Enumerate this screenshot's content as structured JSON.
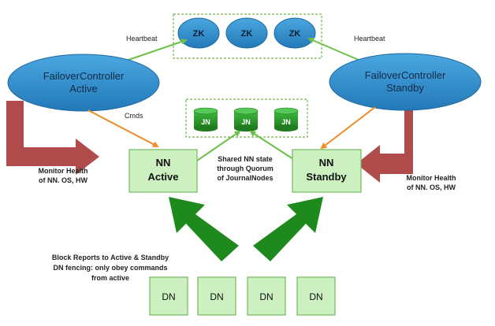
{
  "zookeeper": {
    "nodes": [
      "ZK",
      "ZK",
      "ZK"
    ]
  },
  "failover_controllers": {
    "active": {
      "line1": "FailoverController",
      "line2": "Active"
    },
    "standby": {
      "line1": "FailoverController",
      "line2": "Standby"
    }
  },
  "labels": {
    "heartbeat_left": "Heartbeat",
    "heartbeat_right": "Heartbeat",
    "cmds": "Cmds",
    "monitor_left": [
      "Monitor Health",
      "of NN. OS, HW"
    ],
    "monitor_right": [
      "Monitor Health",
      "of NN. OS, HW"
    ],
    "shared_state": [
      "Shared NN state",
      "through Quorum",
      "of JournalNodes"
    ],
    "block_reports": [
      "Block Reports to Active & Standby",
      "DN fencing: only obey commands",
      "from active"
    ]
  },
  "journal_nodes": [
    "JN",
    "JN",
    "JN"
  ],
  "namenodes": {
    "active": {
      "line1": "NN",
      "line2": "Active"
    },
    "standby": {
      "line1": "NN",
      "line2": "Standby"
    }
  },
  "datanodes": [
    "DN",
    "DN",
    "DN",
    "DN"
  ],
  "colors": {
    "ellipse_fill": "#2f8fce",
    "ellipse_stroke": "#1c6aa0",
    "box_fill": "#ccf0c0",
    "box_stroke": "#72b95f",
    "big_arrow": "#1e8a1e",
    "health_arrow": "#b04b4b",
    "green_line": "#6cc04a",
    "orange_line": "#f08a24",
    "jn_fill": "#2a9a2a",
    "dashed": "#6fb84e"
  }
}
